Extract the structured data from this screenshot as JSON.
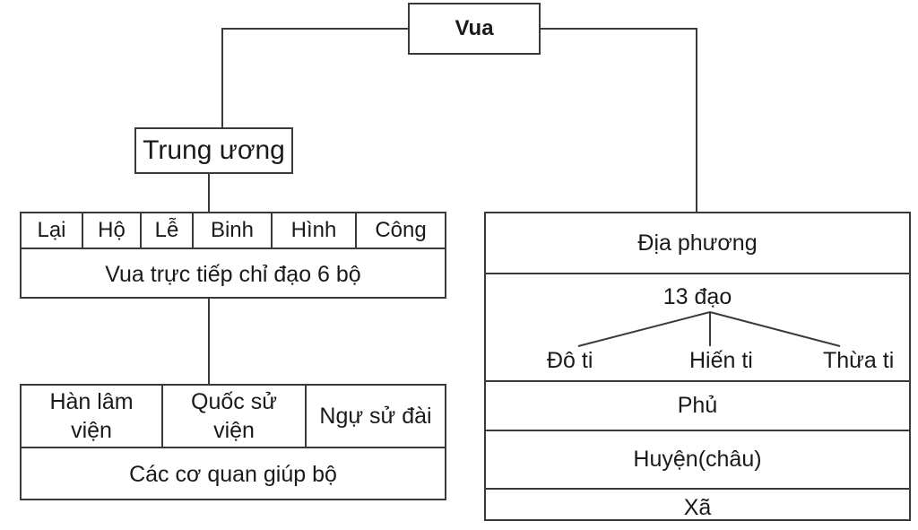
{
  "top": {
    "label": "Vua"
  },
  "central": {
    "label": "Trung ương",
    "ministries": [
      "Lại",
      "Hộ",
      "Lễ",
      "Binh",
      "Hình",
      "Công"
    ],
    "ministries_caption": "Vua trực tiếp chỉ đạo 6 bộ",
    "agencies": [
      "Hàn lâm viện",
      "Quốc sử viện",
      "Ngự sử đài"
    ],
    "agencies_caption": "Các cơ quan giúp bộ"
  },
  "local": {
    "label": "Địa phương",
    "dao": {
      "label": "13 đạo",
      "offices": [
        "Đô ti",
        "Hiến ti",
        "Thừa ti"
      ]
    },
    "levels": [
      "Phủ",
      "Huyện(châu)",
      "Xã"
    ]
  }
}
